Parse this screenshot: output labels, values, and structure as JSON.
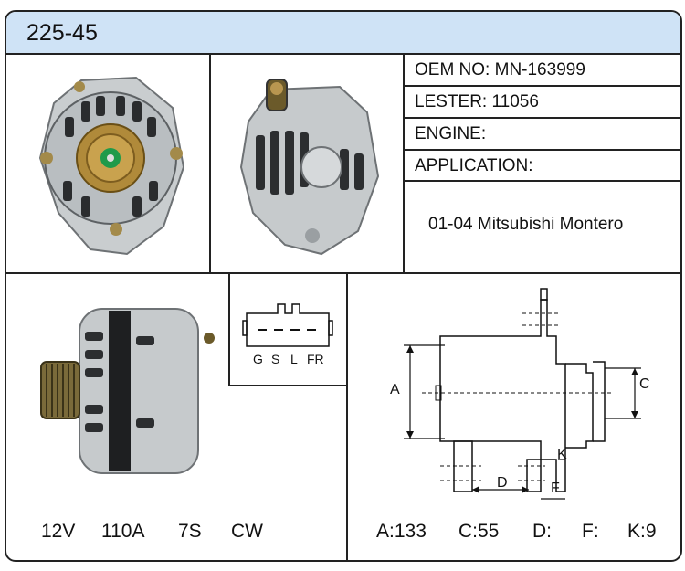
{
  "title": "225-45",
  "specs": {
    "oem": "OEM NO: MN-163999",
    "lester": "LESTER: 11056",
    "engine": "ENGINE:",
    "application": "APPLICATION:",
    "application_value": "01-04 Mitsubishi Montero"
  },
  "connector": {
    "pins": [
      "G",
      "S",
      "L",
      "FR"
    ]
  },
  "ratings": {
    "voltage": "12V",
    "amperage": "110A",
    "pulley": "7S",
    "rotation": "CW"
  },
  "diagram": {
    "label_a": "A",
    "label_c": "C",
    "label_d": "D",
    "label_f": "F",
    "label_k": "K"
  },
  "dimensions": {
    "a": "A:133",
    "c": "C:55",
    "d": "D:",
    "f": "F:",
    "k": "K:9"
  }
}
